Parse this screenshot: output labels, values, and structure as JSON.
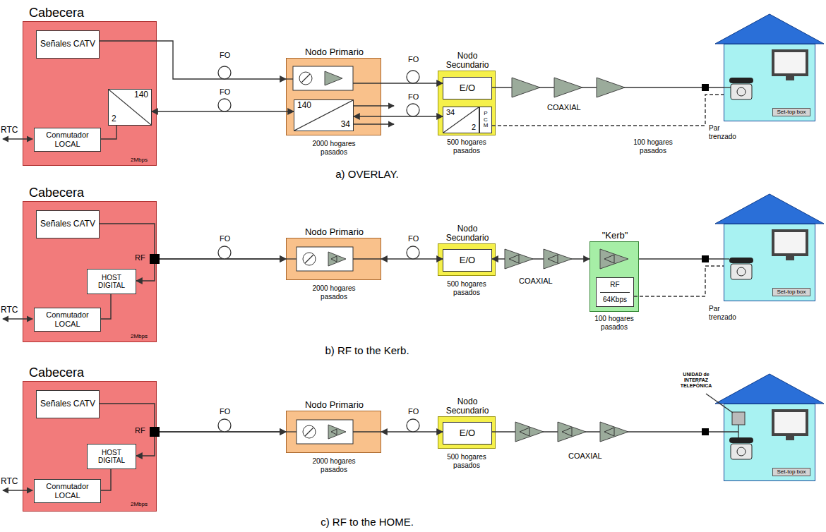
{
  "diagram": {
    "nodes": [
      {
        "text": [
          "Cabecera"
        ]
      },
      {
        "text": [
          "Señales CATV"
        ],
        "in": 0
      },
      {
        "text": [
          "Conmutador LOCAL"
        ],
        "in": 0
      },
      {
        "text": [
          "140",
          "2"
        ],
        "in": 0
      },
      {
        "text": [
          "Nodo Primario"
        ]
      },
      {
        "text": [
          "140",
          "34"
        ],
        "in": 4
      },
      {
        "text": [
          "Nodo Secundario"
        ]
      },
      {
        "text": [
          "E/O"
        ],
        "in": 6
      },
      {
        "text": [
          "34",
          "2"
        ],
        "in": 6
      },
      {
        "text": [
          "PCM"
        ],
        "in": 6
      },
      {
        "text": [
          "Set-top box"
        ]
      },
      {
        "text": [
          "Cabecera"
        ]
      },
      {
        "text": [
          "Señales CATV"
        ],
        "in": 11
      },
      {
        "text": [
          "HOST DIGITAL"
        ],
        "in": 11
      },
      {
        "text": [
          "Conmutador LOCAL"
        ],
        "in": 11
      },
      {
        "text": [
          "Nodo Primario"
        ]
      },
      {
        "text": [
          "Nodo Secundario"
        ]
      },
      {
        "text": [
          "E/O"
        ],
        "in": 16
      },
      {
        "text": [
          "\"Kerb\""
        ]
      },
      {
        "text": [
          "RF",
          "64Kbps"
        ],
        "in": 18
      },
      {
        "text": [
          "Set-top box"
        ]
      },
      {
        "text": [
          "Cabecera"
        ]
      },
      {
        "text": [
          "Señales CATV"
        ],
        "in": 21
      },
      {
        "text": [
          "HOST DIGITAL"
        ],
        "in": 21
      },
      {
        "text": [
          "Conmutador LOCAL"
        ],
        "in": 21
      },
      {
        "text": [
          "Nodo Primario"
        ]
      },
      {
        "text": [
          "Nodo Secundario"
        ]
      },
      {
        "text": [
          "E/O"
        ],
        "in": 26
      },
      {
        "text": [
          "Set-top box"
        ]
      }
    ],
    "edges": [
      {
        "from": 1,
        "to": 4,
        "arrow": "to"
      },
      {
        "from": 4,
        "to": 7,
        "arrow": "to"
      },
      {
        "from": 2,
        "to": 3,
        "arrow": "none"
      },
      {
        "from": 3,
        "to": 5,
        "arrow": "both"
      },
      {
        "from": 5,
        "to": 8,
        "arrow": "both"
      },
      {
        "from": 7,
        "to": 10,
        "arrow": "none"
      },
      {
        "from": 9,
        "to": 10,
        "arrow": "none"
      },
      {
        "from": 12,
        "to": 15,
        "arrow": "to"
      },
      {
        "from": 13,
        "to": 15,
        "arrow": "both"
      },
      {
        "from": 14,
        "to": 13,
        "arrow": "none"
      },
      {
        "from": 15,
        "to": 17,
        "arrow": "both"
      },
      {
        "from": 17,
        "to": 18,
        "arrow": "both"
      },
      {
        "from": 18,
        "to": 20,
        "arrow": "none"
      },
      {
        "from": 19,
        "to": 20,
        "arrow": "none"
      },
      {
        "from": 22,
        "to": 25,
        "arrow": "to"
      },
      {
        "from": 23,
        "to": 25,
        "arrow": "both"
      },
      {
        "from": 24,
        "to": 23,
        "arrow": "none"
      },
      {
        "from": 25,
        "to": 27,
        "arrow": "both"
      },
      {
        "from": 27,
        "to": 28,
        "arrow": "none"
      }
    ],
    "labels": [
      "RTC",
      "2Mbps",
      "FO",
      "FO",
      "FO",
      "FO",
      "2000 hogares pasados",
      "500 hogares pasados",
      "COAXIAL",
      "100 hogares pasados",
      "Par trenzado",
      "a) OVERLAY.",
      "RTC",
      "RF",
      "2Mbps",
      "FO",
      "FO",
      "2000 hogares pasados",
      "500 hogares pasados",
      "COAXIAL",
      "100 hogares pasados",
      "Par trenzado",
      "b) RF to the Kerb.",
      "RTC",
      "RF",
      "2Mbps",
      "FO",
      "FO",
      "2000 hogares pasados",
      "500 hogares pasados",
      "COAXIAL",
      "UNIDAD de INTERFAZ TELEFÓNICA",
      "c) RF to the HOME."
    ]
  }
}
